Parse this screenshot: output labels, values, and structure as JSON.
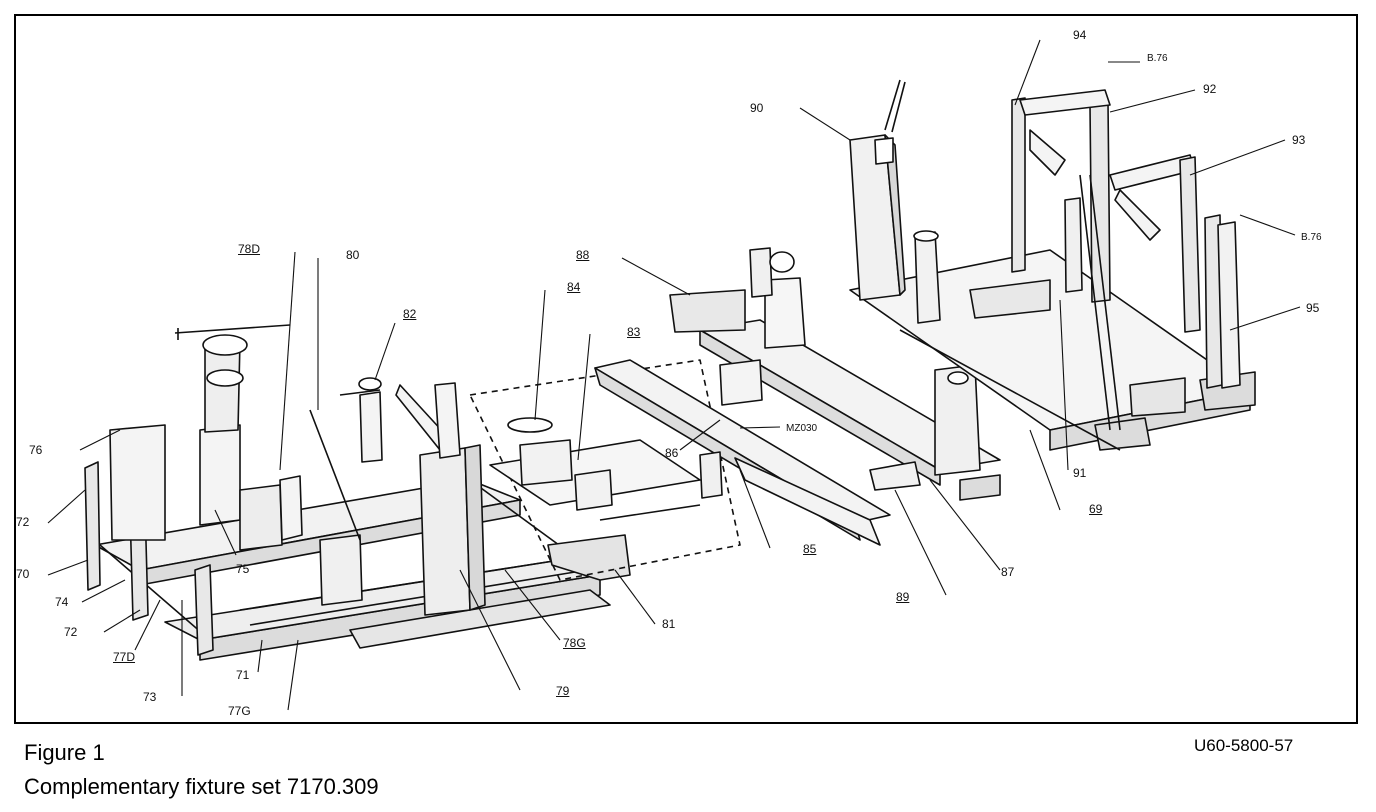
{
  "figure": {
    "number": "Figure 1",
    "caption": "Complementary fixture set 7170.309",
    "drawing_code": "U60-5800-57"
  },
  "callouts": [
    {
      "id": "c94",
      "text": "94"
    },
    {
      "id": "c876a",
      "text": "B.76"
    },
    {
      "id": "c92",
      "text": "92"
    },
    {
      "id": "c90",
      "text": "90"
    },
    {
      "id": "c93",
      "text": "93"
    },
    {
      "id": "c876b",
      "text": "B.76"
    },
    {
      "id": "c95",
      "text": "95"
    },
    {
      "id": "c78d",
      "text": "78D"
    },
    {
      "id": "c80",
      "text": "80"
    },
    {
      "id": "c88",
      "text": "88"
    },
    {
      "id": "c82",
      "text": "82"
    },
    {
      "id": "c84",
      "text": "84"
    },
    {
      "id": "c83",
      "text": "83"
    },
    {
      "id": "c76",
      "text": "76"
    },
    {
      "id": "c86",
      "text": "86"
    },
    {
      "id": "cmz",
      "text": "MZ030"
    },
    {
      "id": "c91",
      "text": "91"
    },
    {
      "id": "c69",
      "text": "69"
    },
    {
      "id": "c72a",
      "text": "72"
    },
    {
      "id": "c70",
      "text": "70"
    },
    {
      "id": "c75",
      "text": "75"
    },
    {
      "id": "c74",
      "text": "74"
    },
    {
      "id": "c85",
      "text": "85"
    },
    {
      "id": "c87",
      "text": "87"
    },
    {
      "id": "c72b",
      "text": "72"
    },
    {
      "id": "c77d",
      "text": "77D"
    },
    {
      "id": "c89",
      "text": "89"
    },
    {
      "id": "c81",
      "text": "81"
    },
    {
      "id": "c78g",
      "text": "78G"
    },
    {
      "id": "c71",
      "text": "71"
    },
    {
      "id": "c73",
      "text": "73"
    },
    {
      "id": "c79",
      "text": "79"
    },
    {
      "id": "c77g",
      "text": "77G"
    }
  ]
}
